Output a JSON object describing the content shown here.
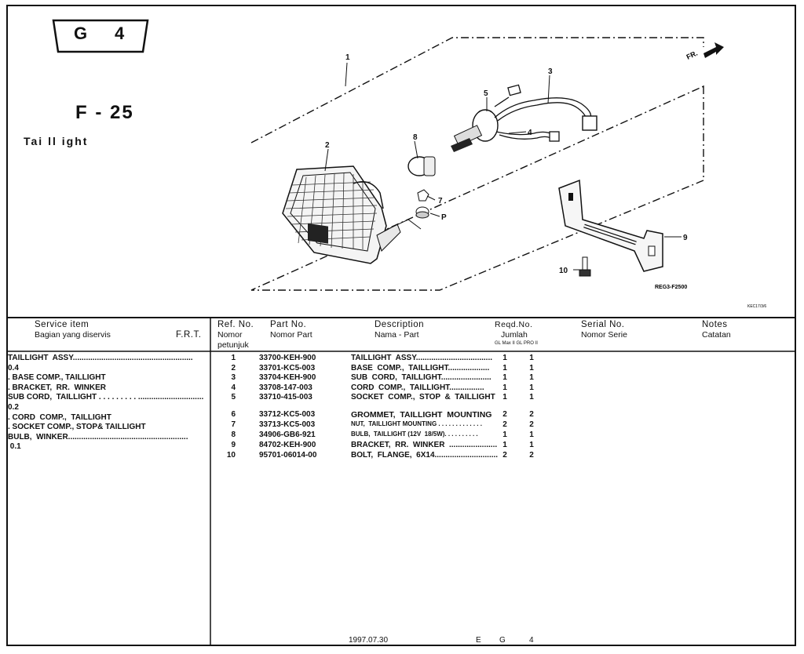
{
  "page_code": {
    "letter": "G",
    "number": "4"
  },
  "section": {
    "code": "F - 25",
    "title": "Tai ll ight"
  },
  "direction_label": "FR.",
  "diagram": {
    "ref_code": "REG3-F2500",
    "tiny_code": "KEC17/3/6",
    "callouts": [
      "1",
      "2",
      "3",
      "4",
      "5",
      "7",
      "8",
      "P",
      "9",
      "10"
    ]
  },
  "headers": {
    "service": "Service    item",
    "service_sub": "Bagian yang diservis",
    "frt": "F.R.T.",
    "ref_no": "Ref. No.",
    "ref_sub1": "Nomor",
    "ref_sub2": "petunjuk",
    "part_no": "Part  No.",
    "part_sub": "Nomor Part",
    "description": "Description",
    "desc_sub": "Nama - Part",
    "reqd_no": "Reqd.No.",
    "reqd_sub": "Jumlah",
    "reqd_models": "GL Max II   GL PRO II",
    "serial_no": "Serial No.",
    "serial_sub": "Nomor Serie",
    "notes": "Notes",
    "notes_sub": "Catatan"
  },
  "service_items": [
    "TAILLIGHT  ASSY.......................................................",
    "0.4",
    ". BASE COMP., TAILLIGHT",
    ". BRACKET,  RR.  WINKER",
    "SUB CORD,  TAILLIGHT . . . . . . . . . ..............................",
    "0.2",
    ". CORD  COMP.,  TAILLIGHT",
    ". SOCKET COMP., STOP& TAILLIGHT",
    "BULB,  WINKER.......................................................",
    " 0.1"
  ],
  "parts": [
    {
      "ref": "1",
      "part_no": "33700-KEH-900",
      "desc": "TAILLIGHT  ASSY...................................",
      "q1": "1",
      "q2": "1"
    },
    {
      "ref": "2",
      "part_no": "33701-KC5-003",
      "desc": "BASE  COMP.,  TAILLIGHT...................",
      "q1": "1",
      "q2": "1"
    },
    {
      "ref": "3",
      "part_no": "33704-KEH-900",
      "desc": "SUB  CORD,  TAILLIGHT.......................",
      "q1": "1",
      "q2": "1"
    },
    {
      "ref": "4",
      "part_no": "33708-147-003",
      "desc": "CORD  COMP.,  TAILLIGHT................",
      "q1": "1",
      "q2": "1"
    },
    {
      "ref": "5",
      "part_no": "33710-415-003",
      "desc": "SOCKET  COMP.,  STOP  &  TAILLIGHT",
      "q1": "1",
      "q2": "1"
    },
    {
      "ref": "6",
      "part_no": "33712-KC5-003",
      "desc": "GROMMET,  TAILLIGHT  MOUNTING",
      "q1": "2",
      "q2": "2"
    },
    {
      "ref": "7",
      "part_no": "33713-KC5-003",
      "desc": "NUT,  TAILLIGHT MOUNTING . . . . . . . . . . . . .",
      "q1": "2",
      "q2": "2"
    },
    {
      "ref": "8",
      "part_no": "34906-GB6-921",
      "desc": "BULB,  TAILLIGHT (12V  18/5W). . . . . . . . . .",
      "q1": "1",
      "q2": "1"
    },
    {
      "ref": "9",
      "part_no": "84702-KEH-900",
      "desc": "BRACKET,  RR.  WINKER  ......................",
      "q1": "1",
      "q2": "1"
    },
    {
      "ref": "10",
      "part_no": "95701-06014-00",
      "desc": "BOLT,  FLANGE,  6X14.............................",
      "q1": "2",
      "q2": "2"
    }
  ],
  "footer": {
    "date": "1997.07.30",
    "e": "E",
    "g": "G",
    "num": "4"
  }
}
